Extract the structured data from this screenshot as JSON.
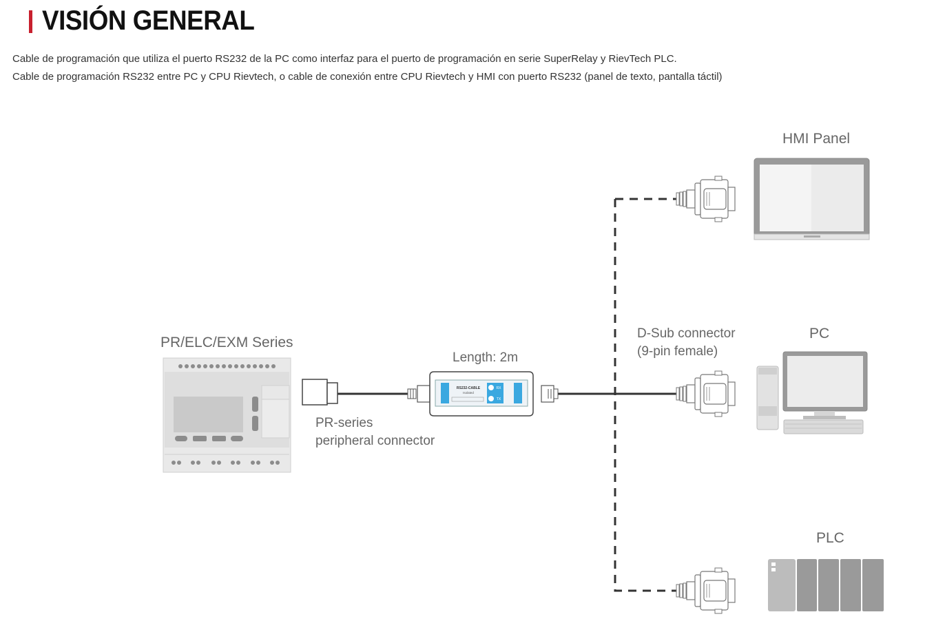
{
  "header": {
    "title": "VISIÓN GENERAL",
    "description_1": "Cable de programación que utiliza el puerto RS232 de la PC como interfaz para el puerto de programación en serie SuperRelay y RievTech PLC.",
    "description_2": "Cable de programación RS232 entre PC y CPU Rievtech, o cable de conexión entre CPU Rievtech y HMI con puerto RS232 (panel de texto, pantalla táctil)"
  },
  "diagram": {
    "plc_series_label": "PR/ELC/EXM Series",
    "cable_length_label": "Length: 2m",
    "peripheral_connector_label_1": "PR-series",
    "peripheral_connector_label_2": "peripheral connector",
    "dsub_label_1": "D-Sub connector",
    "dsub_label_2": "(9-pin female)",
    "hmi_label": "HMI Panel",
    "pc_label": "PC",
    "plc_label": "PLC",
    "adapter_text": "RS232-CABLE",
    "adapter_subtext": "Isolated",
    "adapter_rx": "RX",
    "adapter_tx": "TX"
  },
  "colors": {
    "accent": "#c8202e",
    "adapter_blue": "#3aa8e0",
    "device_gray": "#9a9a9a"
  }
}
